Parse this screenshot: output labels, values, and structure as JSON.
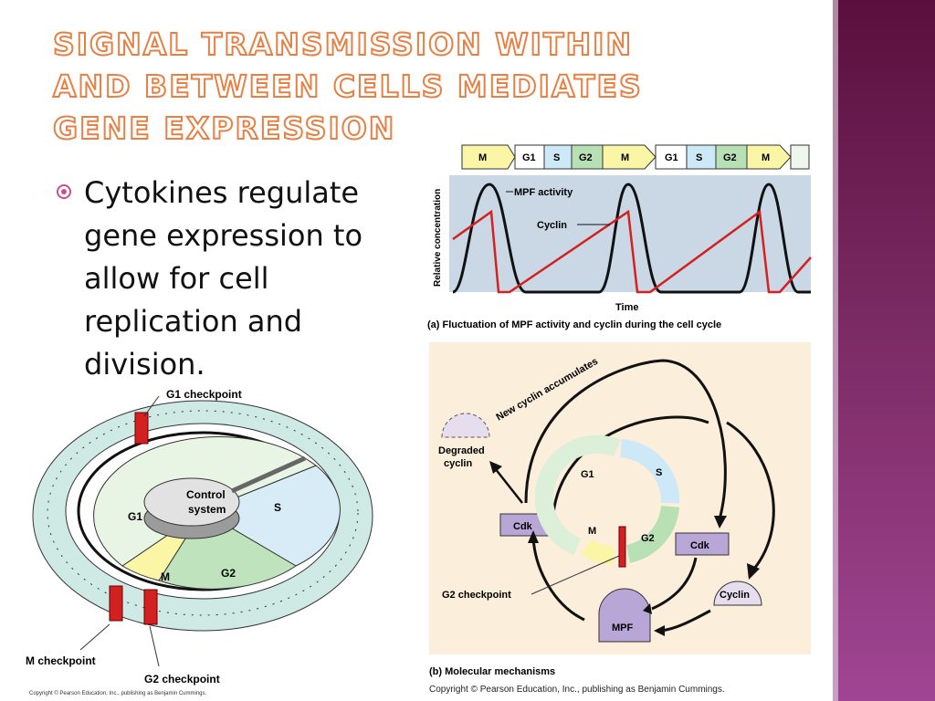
{
  "slide": {
    "title": "Signal Transmission Within and Between Cells Mediates Gene Expression",
    "bullet": "Cytokines regulate gene expression to allow for cell replication and division.",
    "bullet_icon": "circle-bullet-icon"
  },
  "figure_a": {
    "phases": [
      "M",
      "G1",
      "S",
      "G2",
      "M",
      "G1",
      "S",
      "G2",
      "M"
    ],
    "y_label": "Relative concentration",
    "x_label": "Time",
    "mpf_label": "MPF activity",
    "cyclin_label": "Cyclin",
    "caption": "(a) Fluctuation of MPF activity and cyclin during the cell cycle",
    "colors": {
      "M": "#fbf5a6",
      "G1": "#ffffff",
      "S": "#cde8f6",
      "G2": "#b7e0b4",
      "bg": "#c9d8e4",
      "cyclin": "#d32020"
    }
  },
  "figure_b": {
    "new_cyclin": "New cyclin accumulates",
    "degraded": "Degraded cyclin",
    "cdk_left": "Cdk",
    "cdk_right": "Cdk",
    "cyclin": "Cyclin",
    "mpf": "MPF",
    "g1": "G1",
    "s": "S",
    "g2": "G2",
    "m": "M",
    "g2_checkpoint": "G2 checkpoint",
    "caption": "(b) Molecular mechanisms",
    "copyright": "Copyright © Pearson Education, Inc., publishing as Benjamin Cummings."
  },
  "figure_c": {
    "g1_checkpoint": "G1 checkpoint",
    "control_system": "Control system",
    "s": "S",
    "g1": "G1",
    "g2": "G2",
    "m": "M",
    "m_checkpoint": "M checkpoint",
    "g2_checkpoint": "G2 checkpoint",
    "copyright": "Copyright © Pearson Education, Inc., publishing as Benjamin Cummings."
  }
}
